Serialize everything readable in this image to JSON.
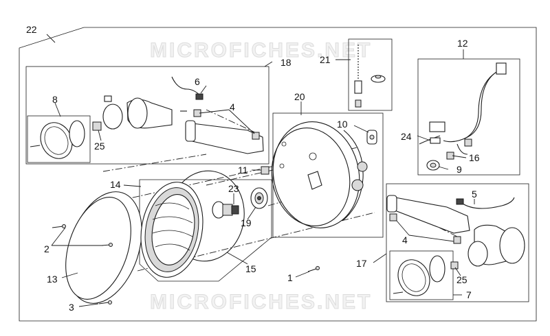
{
  "watermark": "MICROFICHES.NET",
  "labels": {
    "p1": "1",
    "p2": "2",
    "p3": "3",
    "p4a": "4",
    "p4b": "4",
    "p5": "5",
    "p6": "6",
    "p7": "7",
    "p8": "8",
    "p9": "9",
    "p10": "10",
    "p11": "11",
    "p12": "12",
    "p13": "13",
    "p14": "14",
    "p15": "15",
    "p16": "16",
    "p17": "17",
    "p18": "18",
    "p19": "19",
    "p20": "20",
    "p21": "21",
    "p22": "22",
    "p23": "23",
    "p24": "24",
    "p25a": "25",
    "p25b": "25"
  }
}
